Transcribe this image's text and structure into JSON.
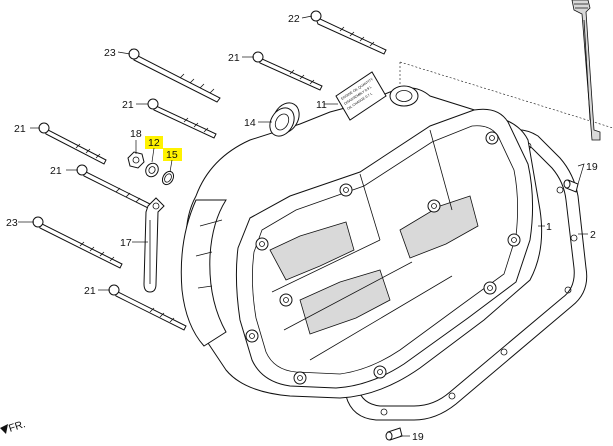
{
  "callouts": [
    {
      "id": "c22",
      "label": "22",
      "highlighted": false
    },
    {
      "id": "c23a",
      "label": "23",
      "highlighted": false
    },
    {
      "id": "c21a",
      "label": "21",
      "highlighted": false
    },
    {
      "id": "c21b",
      "label": "21",
      "highlighted": false
    },
    {
      "id": "c11",
      "label": "11",
      "highlighted": false
    },
    {
      "id": "c14",
      "label": "14",
      "highlighted": false
    },
    {
      "id": "c21c",
      "label": "21",
      "highlighted": false
    },
    {
      "id": "c18",
      "label": "18",
      "highlighted": false
    },
    {
      "id": "c12",
      "label": "12",
      "highlighted": true
    },
    {
      "id": "c15",
      "label": "15",
      "highlighted": true
    },
    {
      "id": "c21d",
      "label": "21",
      "highlighted": false
    },
    {
      "id": "c19a",
      "label": "19",
      "highlighted": false
    },
    {
      "id": "c1",
      "label": "1",
      "highlighted": false
    },
    {
      "id": "c2",
      "label": "2",
      "highlighted": false
    },
    {
      "id": "c23b",
      "label": "23",
      "highlighted": false
    },
    {
      "id": "c17",
      "label": "17",
      "highlighted": false
    },
    {
      "id": "c21e",
      "label": "21",
      "highlighted": false
    },
    {
      "id": "c19b",
      "label": "19",
      "highlighted": false
    }
  ],
  "direction_marker": "FR.",
  "label_plate": {
    "line1": "ENGINE OIL QUANTITY",
    "line2": "DISASSEMBLY 0.9 L",
    "line3": "OIL CHANGE 0.7 L"
  },
  "colors": {
    "highlight": "#fff200",
    "line": "#111111",
    "background": "#ffffff"
  }
}
